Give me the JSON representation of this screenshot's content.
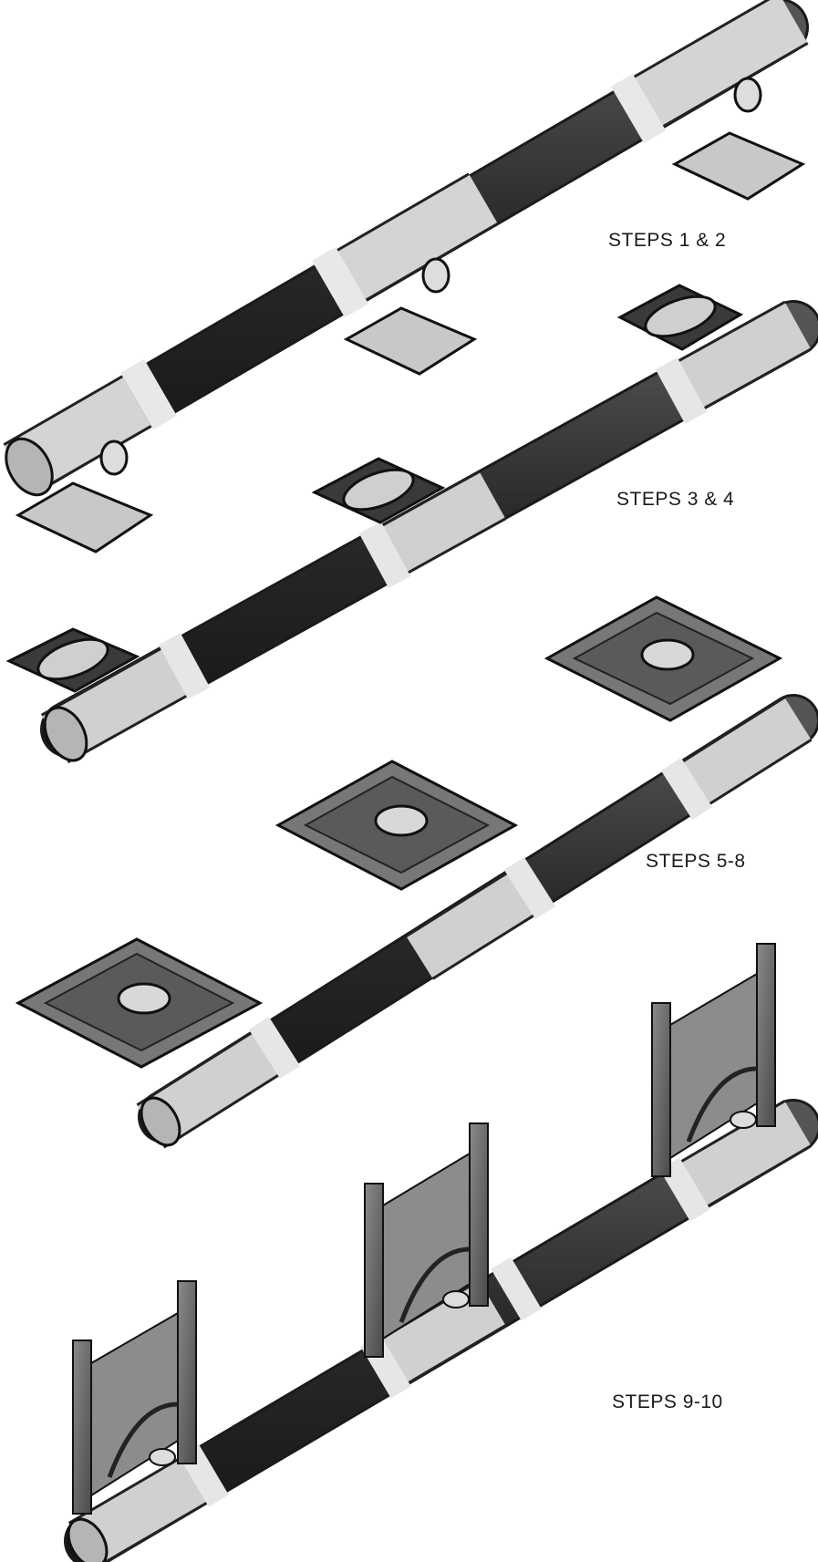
{
  "steps": [
    {
      "label": "STEPS 1 & 2"
    },
    {
      "label": "STEPS 3 & 4"
    },
    {
      "label": "STEPS 5-8"
    },
    {
      "label": "STEPS 9-10"
    }
  ],
  "colors": {
    "pipe_dark": "#2e2e2e",
    "fitting_light": "#d6d6d6",
    "outline": "#1a1a1a",
    "background": "#ffffff"
  }
}
